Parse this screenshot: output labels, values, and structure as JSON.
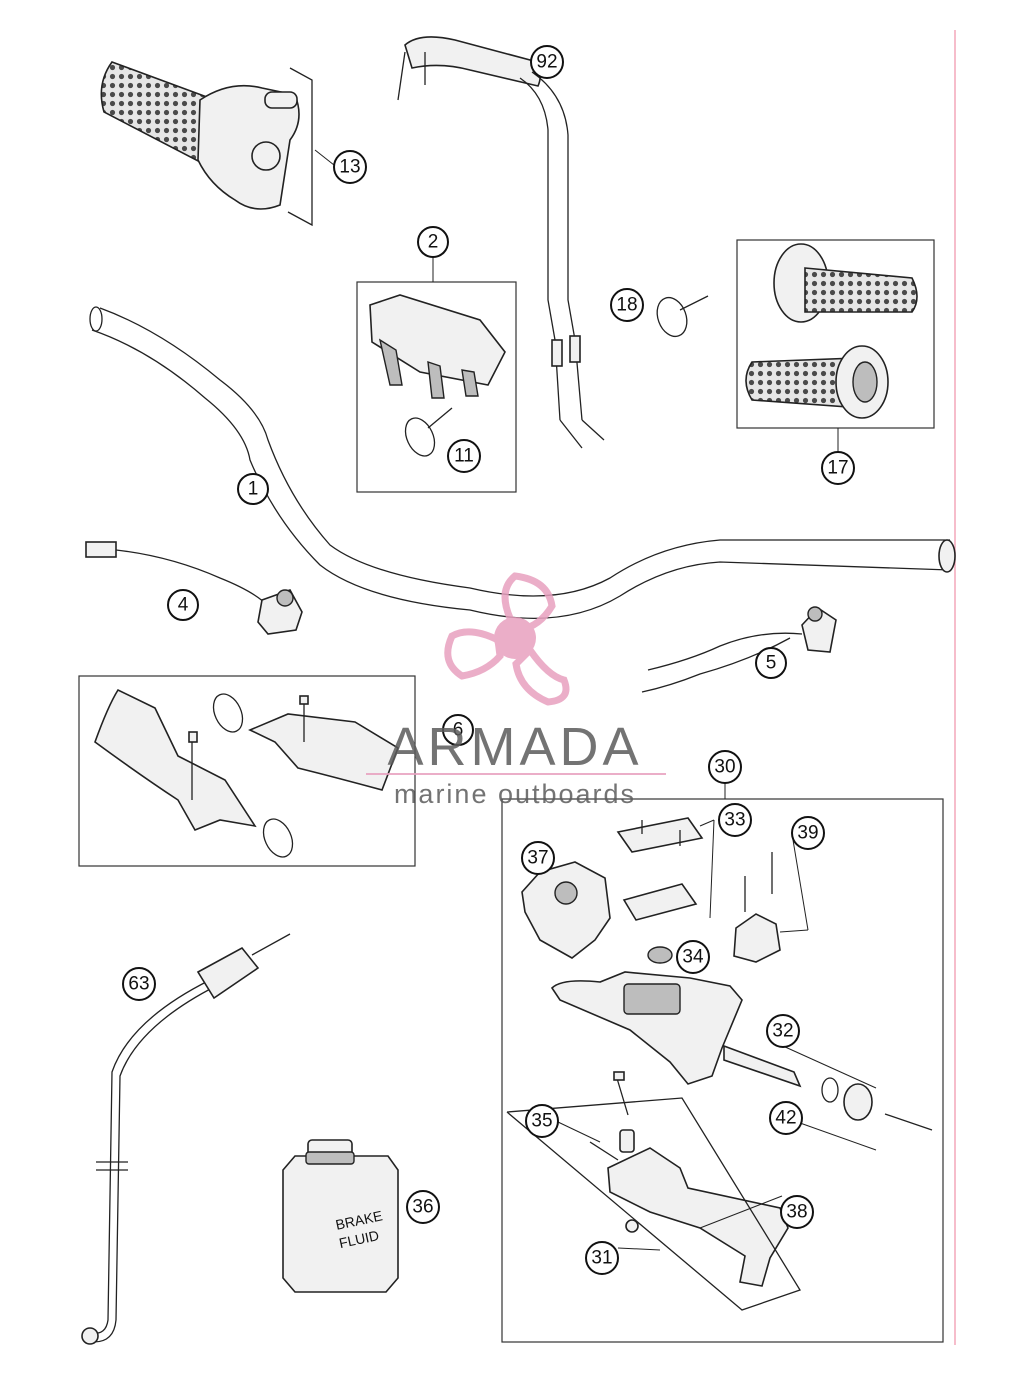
{
  "callouts": [
    "92",
    "13",
    "2",
    "18",
    "17",
    "11",
    "1",
    "4",
    "5",
    "6",
    "30",
    "33",
    "39",
    "37",
    "34",
    "63",
    "32",
    "35",
    "42",
    "38",
    "36",
    "31"
  ],
  "bottle": {
    "line1": "BRAKE",
    "line2": "FLUID"
  },
  "watermark": {
    "brand": "ARMADA",
    "tagline": "marine outboards",
    "color": "#e8a0bf"
  }
}
